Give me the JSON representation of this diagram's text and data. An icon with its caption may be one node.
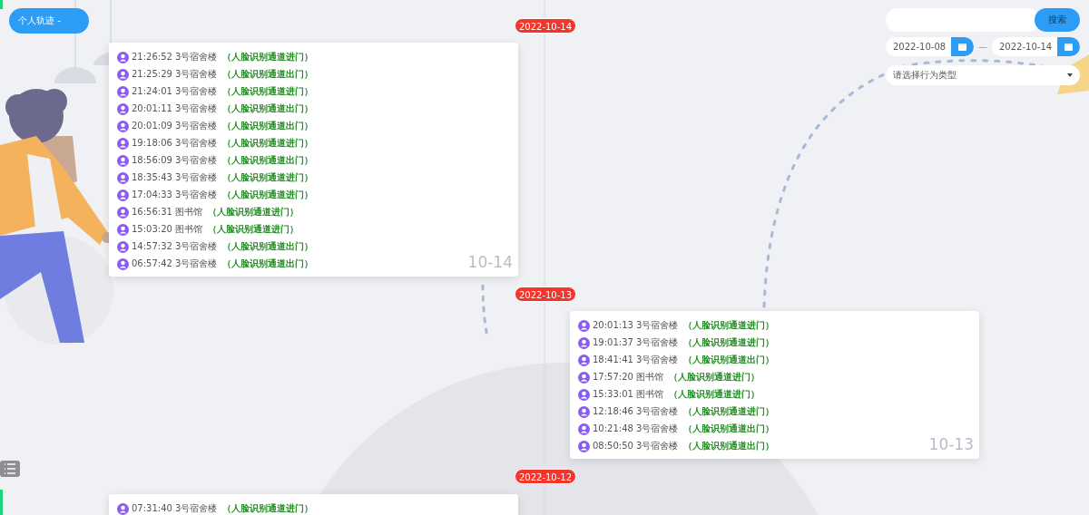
{
  "diagram": {
    "nodes": [
      {
        "text": [
          "2022-10-14"
        ]
      },
      {
        "text": [
          "21:26:52 3号宿舍楼",
          "（人脸识别通道进门）",
          "21:25:29 3号宿舍楼",
          "（人脸识别通道出门）",
          "21:24:01 3号宿舍楼",
          "（人脸识别通道进门）",
          "20:01:11 3号宿舍楼",
          "（人脸识别通道出门）",
          "20:01:09 3号宿舍楼",
          "（人脸识别通道出门）",
          "19:18:06 3号宿舍楼",
          "（人脸识别通道进门）",
          "18:56:09 3号宿舍楼",
          "（人脸识别通道出门）",
          "18:35:43 3号宿舍楼",
          "（人脸识别通道进门）",
          "17:04:33 3号宿舍楼",
          "（人脸识别通道进门）",
          "16:56:31 图书馆",
          "（人脸识别通道进门）",
          "15:03:20 图书馆",
          "（人脸识别通道进门）",
          "14:57:32 3号宿舍楼",
          "（人脸识别通道出门）",
          "06:57:42 3号宿舍楼",
          "（人脸识别通道出门）",
          "10-14"
        ]
      },
      {
        "text": [
          "2022-10-13"
        ]
      },
      {
        "text": [
          "20:01:13 3号宿舍楼",
          "（人脸识别通道进门）",
          "19:01:37 3号宿舍楼",
          "（人脸识别通道进门）",
          "18:41:41 3号宿舍楼",
          "（人脸识别通道出门）",
          "17:57:20 图书馆",
          "（人脸识别通道进门）",
          "15:33:01 图书馆",
          "（人脸识别通道进门）",
          "12:18:46 3号宿舍楼",
          "（人脸识别通道进门）",
          "10:21:48 3号宿舍楼",
          "（人脸识别通道出门）",
          "08:50:50 3号宿舍楼",
          "（人脸识别通道出门）",
          "10-13"
        ]
      },
      {
        "text": [
          "2022-10-12"
        ]
      },
      {
        "text": [
          "07:31:40 3号宿舍楼",
          "（人脸识别通道进门）"
        ]
      }
    ],
    "labels": [
      "个人轨迹 -",
      "搜索",
      "2022-10-08",
      "—",
      "2022-10-14",
      "请选择行为类型"
    ]
  }
}
